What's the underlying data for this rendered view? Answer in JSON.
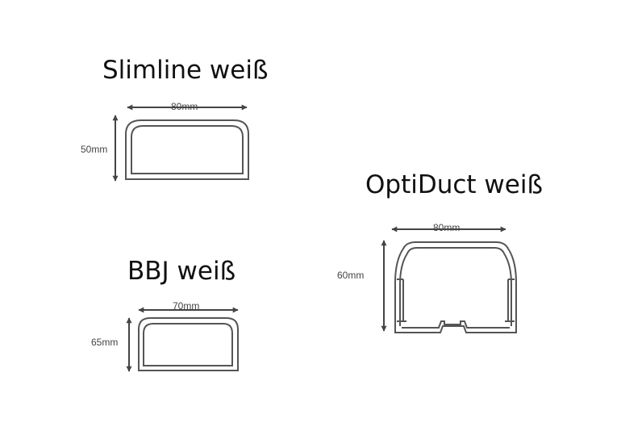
{
  "products": [
    {
      "title": "Slimline weiß",
      "width_label": "80mm",
      "height_label": "50mm"
    },
    {
      "title": "BBJ weiß",
      "width_label": "70mm",
      "height_label": "65mm"
    },
    {
      "title": "OptiDuct weiß",
      "width_label": "80mm",
      "height_label": "60mm"
    }
  ],
  "colors": {
    "outline": "#555555",
    "arrow": "#444444",
    "text": "#111111"
  }
}
